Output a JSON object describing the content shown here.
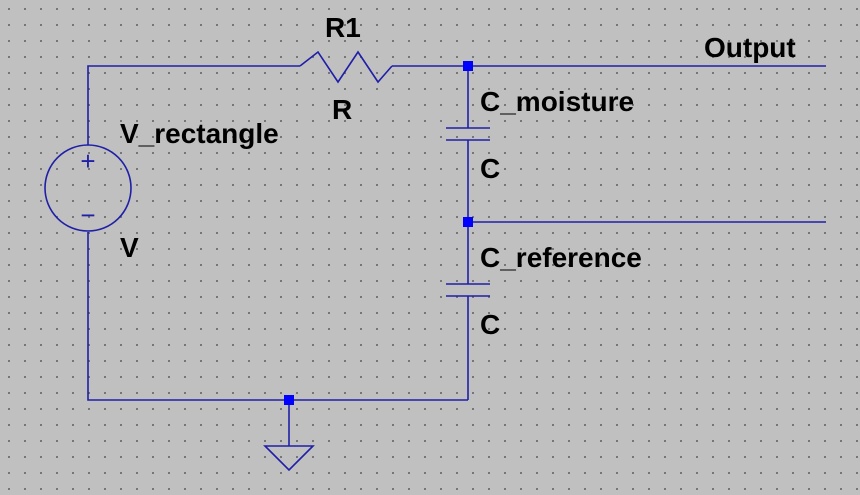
{
  "schematic": {
    "components": {
      "resistor": {
        "ref": "R1",
        "value": "R"
      },
      "source": {
        "ref": "V_rectangle",
        "value": "V"
      },
      "cap_top": {
        "ref": "C_moisture",
        "value": "C"
      },
      "cap_bottom": {
        "ref": "C_reference",
        "value": "C"
      }
    },
    "nets": {
      "output": "Output"
    },
    "source_symbols": {
      "plus": "+",
      "minus": "−"
    }
  },
  "colors": {
    "background": "#c0c0c0",
    "wire": "#1f1fa8",
    "junction": "#0000ff",
    "text": "#000000"
  }
}
